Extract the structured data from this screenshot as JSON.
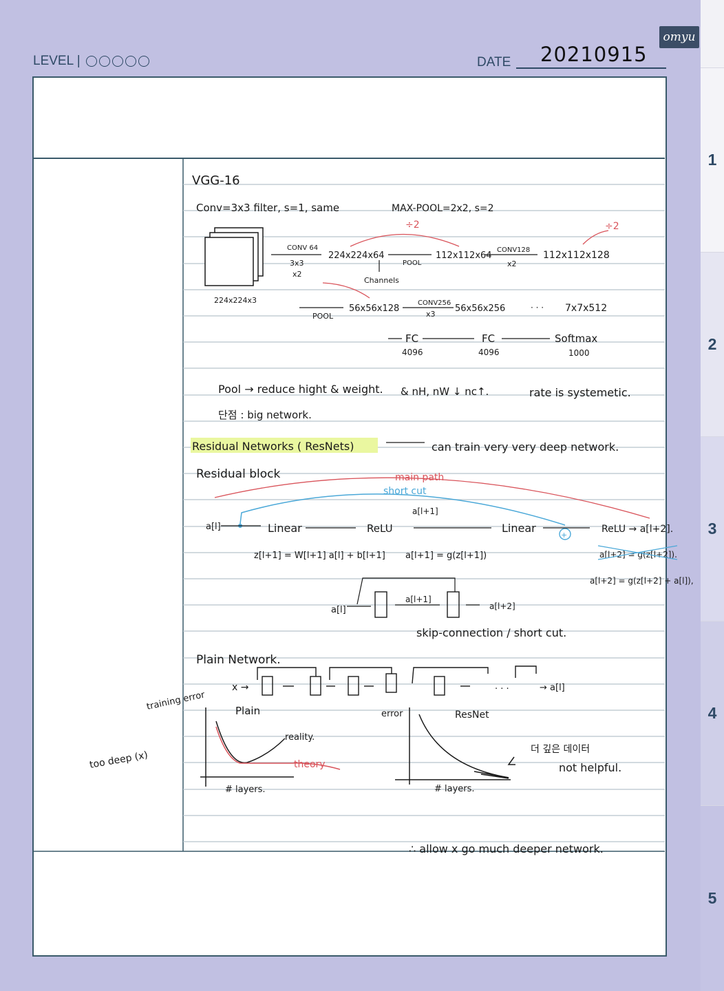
{
  "header": {
    "level_label": "LEVEL |",
    "date_label": "DATE",
    "date_value": "20210915",
    "brand": "omyu"
  },
  "tabs": [
    "1",
    "2",
    "3",
    "4",
    "5"
  ],
  "notes": {
    "title": "VGG-16",
    "conv_def": "Conv=3x3 filter, s=1, same",
    "pool_def": "MAX-POOL=2x2, s=2",
    "div2_a": "÷2",
    "div2_b": "÷2",
    "input_size": "224x224x3",
    "conv64": "CONV 64",
    "k3x3": "3x3",
    "x2a": "x2",
    "s224": "224x224x64",
    "channels": "Channels",
    "pool1": "POOL",
    "s112": "112x112x64",
    "conv128": "CONV128",
    "x2b": "x2",
    "s112b": "112x112x128",
    "pool2": "POOL",
    "s56": "56x56x128",
    "conv256": "CONV256",
    "x3": "x3",
    "s56b": "56x56x256",
    "dots": "· · ·",
    "s7": "7x7x512",
    "fc1": "FC",
    "fc1_n": "4096",
    "fc2": "FC",
    "fc2_n": "4096",
    "softmax": "Softmax",
    "softmax_n": "1000",
    "pool_note": "Pool → reduce hight & weight.",
    "nhnw": "& nH, nW ↓  nc↑.",
    "rate": "rate is systemetic.",
    "disadv": "단점 : big network.",
    "resnet_title": "Residual Networks ( ResNets)",
    "resnet_note": "can train very very deep network.",
    "res_block": "Residual block",
    "main_path": "main path",
    "short_cut": "short cut",
    "a_l": "a[l]",
    "linear1": "Linear",
    "relu1": "ReLU",
    "a_l1_top": "a[l+1]",
    "linear2": "Linear",
    "relu2": "ReLU → a[l+2].",
    "z_eq": "z[l+1] = W[l+1] a[l] + b[l+1]",
    "a_eq": "a[l+1] = g(z[l+1])",
    "strike_eq": "a[l+2] = g(z[l+2]).",
    "res_eq": "a[l+2] = g(z[l+2] + a[l]),",
    "blk_a_l": "a[l]",
    "blk_a_l1": "a[l+1]",
    "blk_a_l2": "a[l+2]",
    "skip_note": "skip-connection / short cut.",
    "plain_net": "Plain Network.",
    "plain_x": "x →",
    "plain_dots": ". . .",
    "plain_out": "→ a[l]",
    "training_error": "training error",
    "too_deep": "too deep (x)",
    "plain_lbl": "Plain",
    "reality": "reality.",
    "theory": "theory",
    "layers1": "# layers.",
    "error2": "error",
    "resnet_lbl": "ResNet",
    "layers2": "# layers.",
    "more_data": "더 깊은 데이터",
    "not_helpful": "not helpful.",
    "conclusion": "∴ allow x go much deeper network."
  }
}
